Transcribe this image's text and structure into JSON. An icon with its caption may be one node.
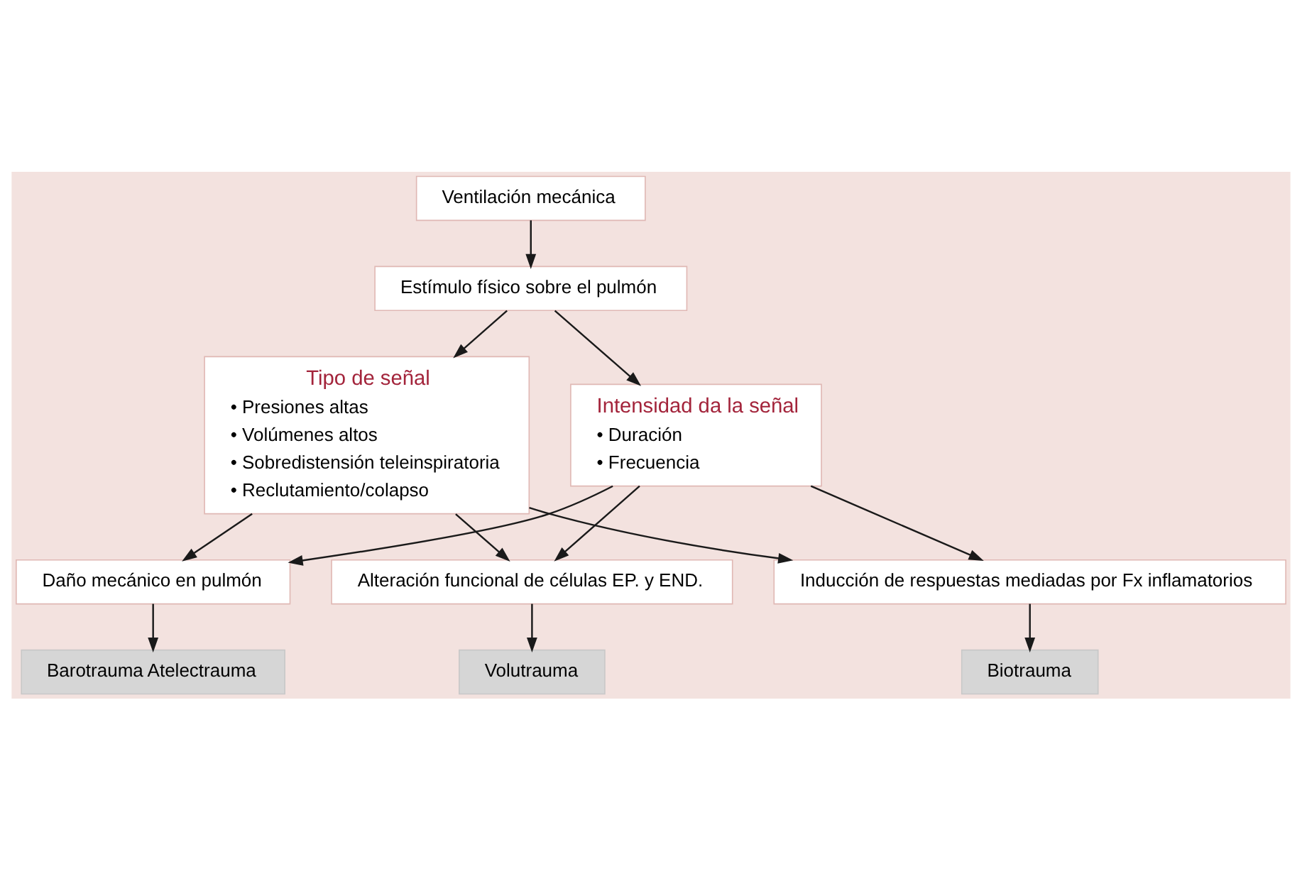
{
  "diagram": {
    "nodes": [
      {
        "text": [
          "Ventilación mecánica"
        ]
      },
      {
        "text": [
          "Estímulo físico sobre el pulmón"
        ]
      },
      {
        "text": [
          "Tipo de señal",
          "• Presiones altas",
          "• Volúmenes altos",
          "• Sobredistensión teleinspiratoria",
          "• Reclutamiento/colapso"
        ]
      },
      {
        "text": [
          "Intensidad da la señal",
          "• Duración",
          "• Frecuencia"
        ]
      },
      {
        "text": [
          "Daño mecánico en pulmón"
        ]
      },
      {
        "text": [
          "Alteración funcional de células EP. y END."
        ]
      },
      {
        "text": [
          "Inducción de respuestas mediadas por Fx inflamatorios"
        ]
      },
      {
        "text": [
          "Barotrauma Atelectrauma"
        ]
      },
      {
        "text": [
          "Volutrauma"
        ]
      },
      {
        "text": [
          "Biotrauma"
        ]
      }
    ],
    "edges": [
      {
        "from": 0,
        "to": 1,
        "arrow": "to"
      },
      {
        "from": 1,
        "to": 2,
        "arrow": "to"
      },
      {
        "from": 1,
        "to": 3,
        "arrow": "to"
      },
      {
        "from": 2,
        "to": 4,
        "arrow": "to"
      },
      {
        "from": 2,
        "to": 5,
        "arrow": "to"
      },
      {
        "from": 2,
        "to": 6,
        "arrow": "to"
      },
      {
        "from": 3,
        "to": 4,
        "arrow": "to"
      },
      {
        "from": 3,
        "to": 5,
        "arrow": "to"
      },
      {
        "from": 3,
        "to": 6,
        "arrow": "to"
      },
      {
        "from": 4,
        "to": 7,
        "arrow": "to"
      },
      {
        "from": 5,
        "to": 8,
        "arrow": "to"
      },
      {
        "from": 6,
        "to": 9,
        "arrow": "to"
      }
    ]
  }
}
